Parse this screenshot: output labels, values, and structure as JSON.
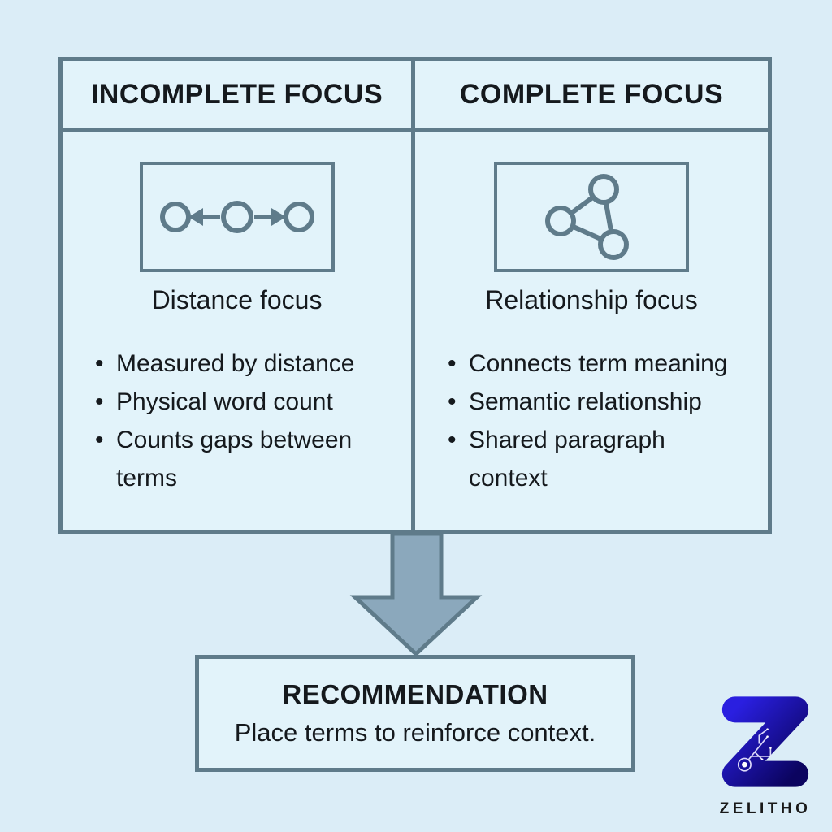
{
  "theme": {
    "bg": "#dbedf7",
    "cell": "#e2f3fa",
    "line": "#5f7b8a",
    "ink": "#15191d",
    "arrow-fill": "#8ba8bc",
    "z1": "#2a1fe0",
    "z2": "#0b045f",
    "brand-ink": "#191919"
  },
  "table": {
    "columns": [
      {
        "header": "INCOMPLETE FOCUS",
        "icon": "distance-arrows-icon",
        "caption": "Distance focus",
        "bullets": [
          "Measured by distance",
          "Physical word count",
          "Counts gaps between\nterms"
        ]
      },
      {
        "header": "COMPLETE FOCUS",
        "icon": "network-triangle-icon",
        "caption": "Relationship focus",
        "bullets": [
          "Connects term meaning",
          "Semantic relationship",
          "Shared paragraph\ncontext"
        ]
      }
    ]
  },
  "flow": {
    "arrow": "down-block-arrow-icon"
  },
  "recommendation": {
    "title": "RECOMMENDATION",
    "text": "Place terms to reinforce context."
  },
  "logo": {
    "mark": "zelitho-z-circuit-icon",
    "brand": "ZELITHO"
  }
}
